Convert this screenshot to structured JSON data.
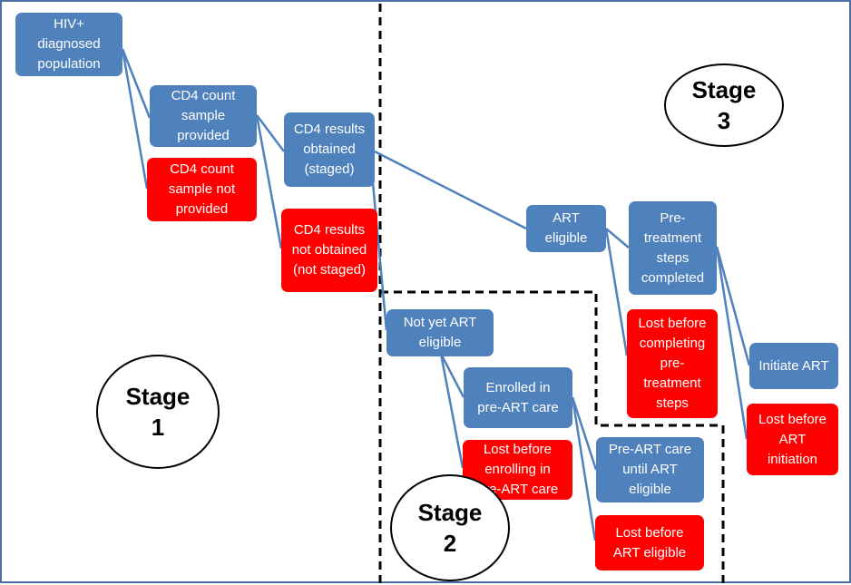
{
  "nodes": {
    "hiv_diagnosed": "HIV+\ndiagnosed\npopulation",
    "cd4_sample_provided": "CD4 count\nsample\nprovided",
    "cd4_sample_not_provided": "CD4 count\nsample not\nprovided",
    "cd4_results_obtained": "CD4 results\nobtained\n(staged)",
    "cd4_results_not_obtained": "CD4 results\nnot obtained\n(not staged)",
    "art_eligible": "ART\neligible",
    "pre_treatment_completed": "Pre-\ntreatment\nsteps\ncompleted",
    "lost_before_pre_treatment": "Lost before\ncompleting\npre-\ntreatment\nsteps",
    "initiate_art": "Initiate ART",
    "lost_before_art_initiation": "Lost before\nART\ninitiation",
    "not_yet_art_eligible": "Not yet ART\neligible",
    "enrolled_pre_art": "Enrolled in\npre-ART  care",
    "lost_before_enrolling": "Lost before\nenrolling in\npre-ART care",
    "pre_art_until_eligible": "Pre-ART care\nuntil  ART\neligible",
    "lost_before_art_eligible": "Lost before\nART eligible"
  },
  "stages": {
    "stage1": "Stage\n1",
    "stage2": "Stage\n2",
    "stage3": "Stage\n3"
  },
  "colors": {
    "retained": "#4f81bd",
    "lost": "#ff0000",
    "connector": "#4f81bd",
    "frame": "#4a6fa5"
  }
}
